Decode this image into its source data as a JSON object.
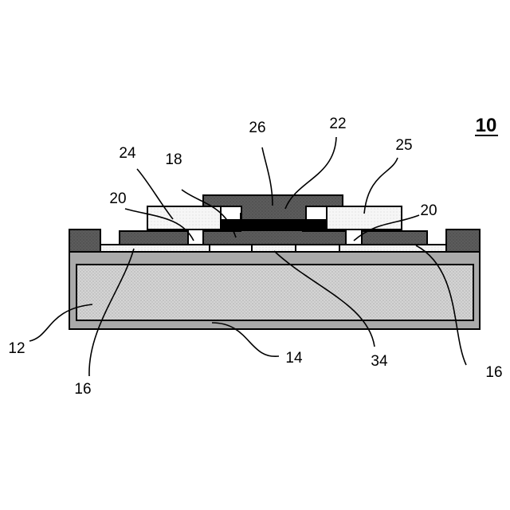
{
  "figure": {
    "number": "10"
  },
  "labels": {
    "l26": "26",
    "l22": "22",
    "l24": "24",
    "l18": "18",
    "l25": "25",
    "l20_left": "20",
    "l20_right": "20",
    "l12": "12",
    "l16_left": "16",
    "l14": "14",
    "l34": "34",
    "l16_right": "16"
  },
  "colors": {
    "outer_layer": "#aaaaaa",
    "core_dotted": "#cfcfcf",
    "dark_grey": "#5a5a5a",
    "black_element": "#000000",
    "light_dotted": "#f2f2f2",
    "outline": "#000000"
  }
}
